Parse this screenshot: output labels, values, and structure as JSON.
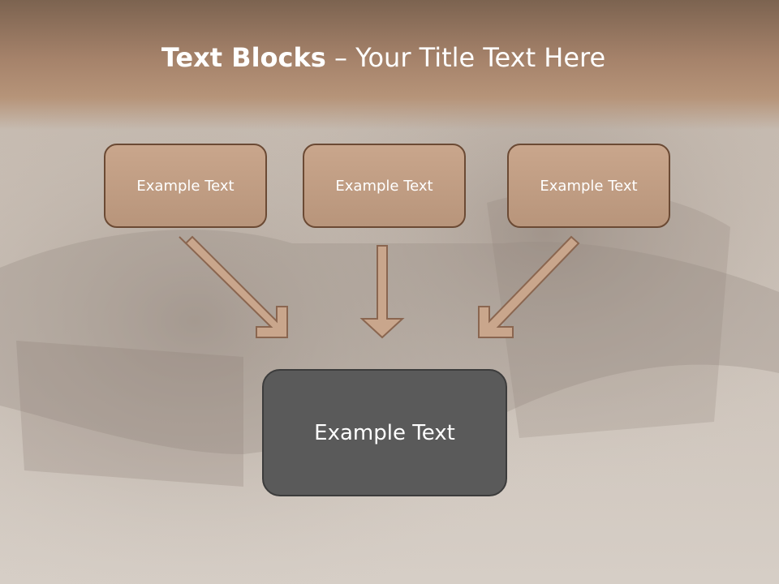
{
  "title": {
    "bold": "Text Blocks",
    "separator": " – ",
    "rest": "Your Title Text Here"
  },
  "boxes": {
    "left": "Example Text",
    "center": "Example Text",
    "right": "Example Text",
    "bottom": "Example Text"
  },
  "colors": {
    "box_fill": "#c2a086",
    "box_border": "#6b4a34",
    "bottom_fill": "#5a5a5a",
    "arrow_fill": "#c9a68c",
    "title_band": "#9a7a63"
  }
}
